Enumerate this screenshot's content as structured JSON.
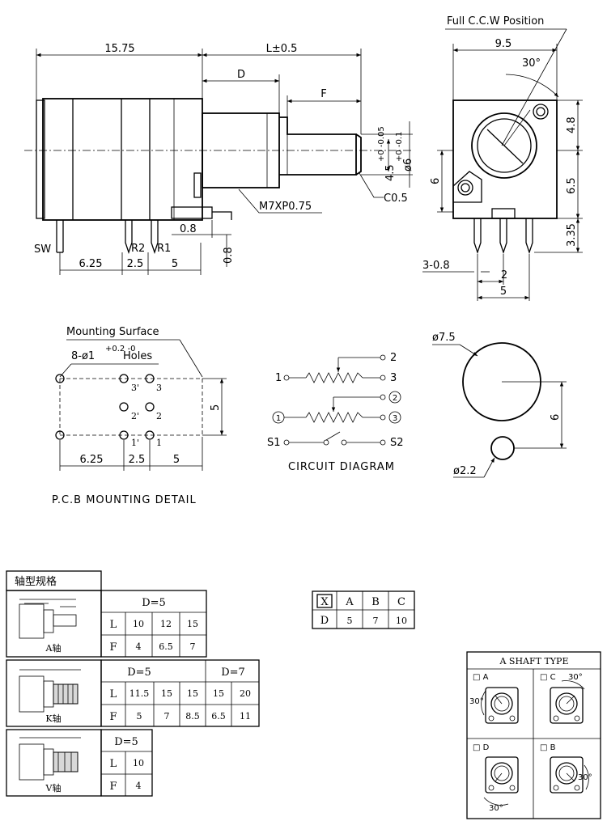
{
  "side_view": {
    "dim_body": "15.75",
    "dim_length": "L±0.5",
    "dim_d": "D",
    "dim_f": "F",
    "dim_shaft_outer": "ø6",
    "dim_shaft_outer_tol": "+0 -0.1",
    "dim_shaft_inner": "4.5",
    "dim_shaft_inner_tol": "+0 -0.05",
    "thread": "M7XP0.75",
    "chamfer": "C0.5",
    "dim_pin_w": "0.8",
    "dim_pin_t": "0.8",
    "pin_sw": "SW",
    "pin_r2": "R2",
    "pin_r1": "R1",
    "pitch_1": "6.25",
    "pitch_2": "2.5",
    "pitch_3": "5"
  },
  "front_view": {
    "title": "Full C.C.W Position",
    "dim_width": "9.5",
    "angle": "30°",
    "dim_top": "4.8",
    "dim_left": "6",
    "dim_right": "6.5",
    "dim_pin": "3.35",
    "dim_pins": "3-0.8",
    "dim_pitch": "2",
    "dim_span": "5"
  },
  "pcb": {
    "surface": "Mounting Surface",
    "holes_prefix": "8-ø1",
    "holes_tol": "+0.2 -0",
    "holes_suffix": "Holes",
    "labels": [
      "3'",
      "3",
      "2'",
      "2",
      "1'",
      "1"
    ],
    "dim_v": "5",
    "pitch_1": "6.25",
    "pitch_2": "2.5",
    "pitch_3": "5",
    "caption": "P.C.B  MOUNTING  DETAIL"
  },
  "circuit": {
    "n1": "1",
    "n2": "2",
    "n3": "3",
    "c1": "1",
    "c2": "2",
    "c3": "3",
    "s1": "S1",
    "s2": "S2",
    "caption": "CIRCUIT  DIAGRAM"
  },
  "knob": {
    "dia": "ø7.5",
    "dim": "6",
    "small": "ø2.2"
  },
  "shaft_table": {
    "header": "轴型规格",
    "a": {
      "label": "A轴",
      "group": "D=5",
      "L": [
        "10",
        "12",
        "15"
      ],
      "F": [
        "4",
        "6.5",
        "7"
      ]
    },
    "k": {
      "label": "K轴",
      "group1": "D=5",
      "group2": "D=7",
      "L": [
        "11.5",
        "15",
        "15",
        "15",
        "20"
      ],
      "F": [
        "5",
        "7",
        "8.5",
        "6.5",
        "11"
      ]
    },
    "v": {
      "label": "V轴",
      "group": "D=5",
      "L": [
        "10"
      ],
      "F": [
        "4"
      ]
    },
    "row_l": "L",
    "row_f": "F"
  },
  "d_table": {
    "checked": "X",
    "cols": [
      "A",
      "B",
      "C"
    ],
    "row": "D",
    "values": [
      "5",
      "7",
      "10"
    ]
  },
  "a_shaft": {
    "title": "A  SHAFT  TYPE",
    "cells": [
      {
        "label": "□ A",
        "angle": "30°"
      },
      {
        "label": "□ C",
        "angle": "30°"
      },
      {
        "label": "□ D",
        "angle": "30°"
      },
      {
        "label": "□ B",
        "angle": "30°"
      }
    ]
  }
}
